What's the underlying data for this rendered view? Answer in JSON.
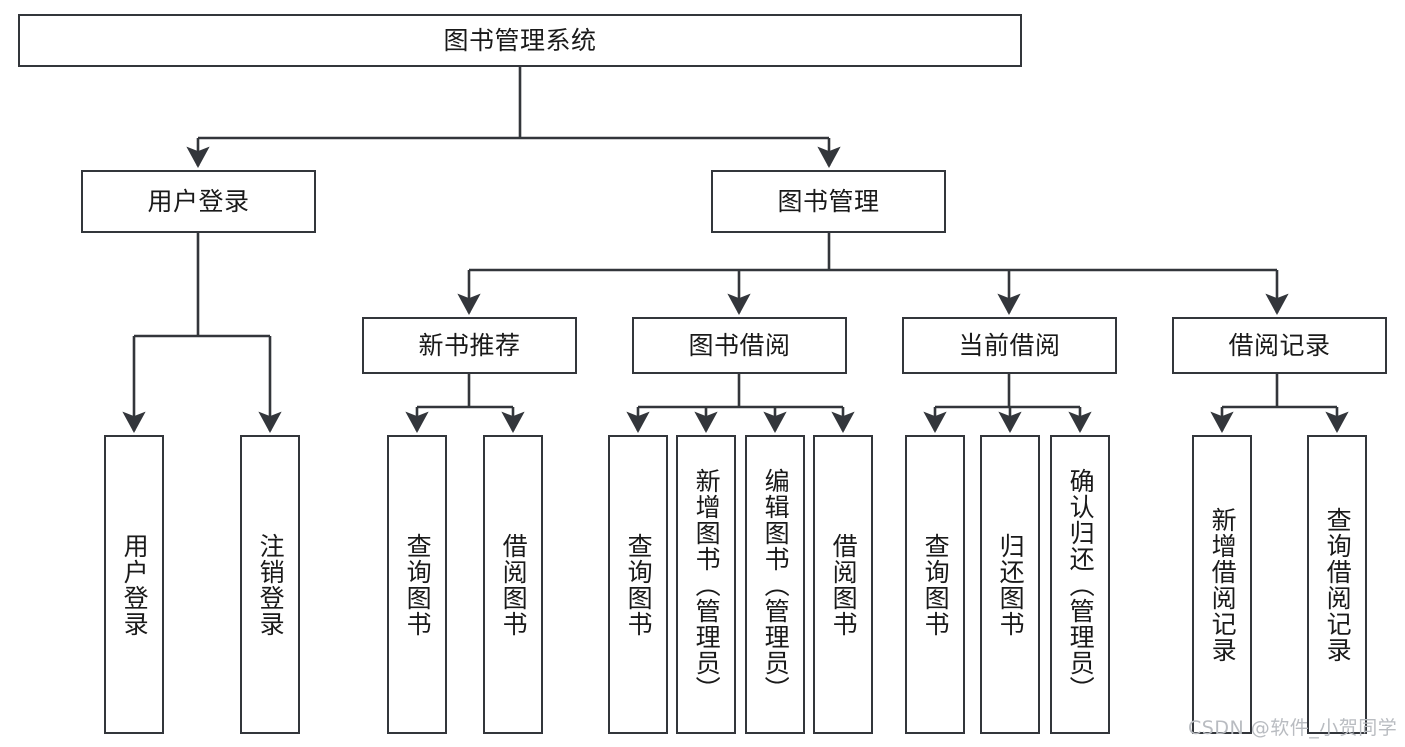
{
  "diagram": {
    "type": "tree-hierarchy-chart",
    "title": "图书管理系统",
    "orientation": "top-down",
    "edge_color": "#33363b",
    "box_border_color": "#33363b",
    "box_fill_color": "#ffffff",
    "text_color": "#1a1a1a"
  },
  "watermark": {
    "text": "CSDN @软件_小贺同学",
    "color": "#b9bcc1"
  },
  "nodes": {
    "root": {
      "label": "图书管理系统"
    },
    "level2": [
      {
        "id": "user-login",
        "label": "用户登录"
      },
      {
        "id": "book-manage",
        "label": "图书管理"
      }
    ],
    "level3": [
      {
        "id": "new-book-recommend",
        "label": "新书推荐"
      },
      {
        "id": "book-borrow",
        "label": "图书借阅"
      },
      {
        "id": "current-borrow",
        "label": "当前借阅"
      },
      {
        "id": "borrow-record",
        "label": "借阅记录"
      }
    ],
    "leaves": {
      "user_login": [
        {
          "id": "leaf-user-login",
          "label": "用户登录"
        },
        {
          "id": "leaf-logout-login",
          "label": "注销登录"
        }
      ],
      "new_book_recommend": [
        {
          "id": "leaf-query-book-1",
          "label": "查询图书"
        },
        {
          "id": "leaf-borrow-book-1",
          "label": "借阅图书"
        }
      ],
      "book_borrow": [
        {
          "id": "leaf-query-book-2",
          "label": "查询图书"
        },
        {
          "id": "leaf-add-book",
          "label": "新增图书（管理员）"
        },
        {
          "id": "leaf-edit-book",
          "label": "编辑图书（管理员）"
        },
        {
          "id": "leaf-borrow-book-2",
          "label": "借阅图书"
        }
      ],
      "current_borrow": [
        {
          "id": "leaf-query-book-3",
          "label": "查询图书"
        },
        {
          "id": "leaf-return-book",
          "label": "归还图书"
        },
        {
          "id": "leaf-confirm-return",
          "label": "确认归还（管理员）"
        }
      ],
      "borrow_record": [
        {
          "id": "leaf-add-record",
          "label": "新增借阅记录"
        },
        {
          "id": "leaf-query-record",
          "label": "查询借阅记录"
        }
      ]
    }
  }
}
